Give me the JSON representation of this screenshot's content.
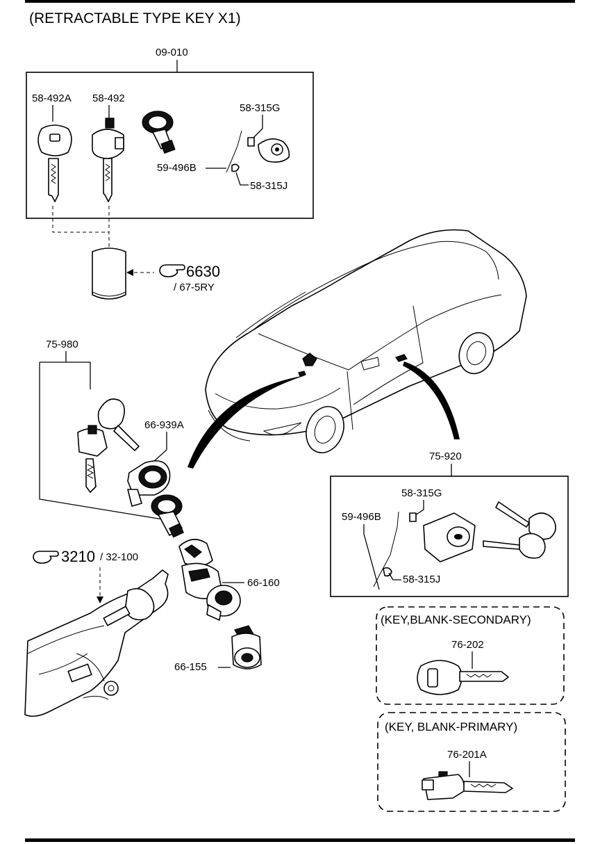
{
  "header": {
    "title": "(RETRACTABLE TYPE KEY X1)"
  },
  "groups": {
    "lock_set": {
      "label": "09-010"
    },
    "ignition_assy": {
      "label": "75-980"
    },
    "door_lock_set": {
      "label": "75-920"
    }
  },
  "callouts": {
    "key_58_492A": "58-492A",
    "key_58_492": "58-492",
    "cap_58_315G_top": "58-315G",
    "rod_59_496B_top": "59-496B",
    "clip_58_315J_top": "58-315J",
    "cyl_66_939A": "66-939A",
    "switch_66_160": "66-160",
    "cyl_66_155": "66-155",
    "cap_58_315G_right": "58-315G",
    "rod_59_496B_right": "59-496B",
    "clip_58_315J_right": "58-315J"
  },
  "references": {
    "ref_6630": {
      "number": "6630",
      "sub": "/ 67-5RY"
    },
    "ref_3210": {
      "number": "3210",
      "sub": "/ 32-100"
    }
  },
  "blank_keys": {
    "secondary": {
      "title": "(KEY,BLANK-SECONDARY)",
      "part": "76-202"
    },
    "primary": {
      "title": "(KEY, BLANK-PRIMARY)",
      "part": "76-201A"
    }
  },
  "icons": {
    "pointing_hand": "pointing-hand-icon"
  }
}
